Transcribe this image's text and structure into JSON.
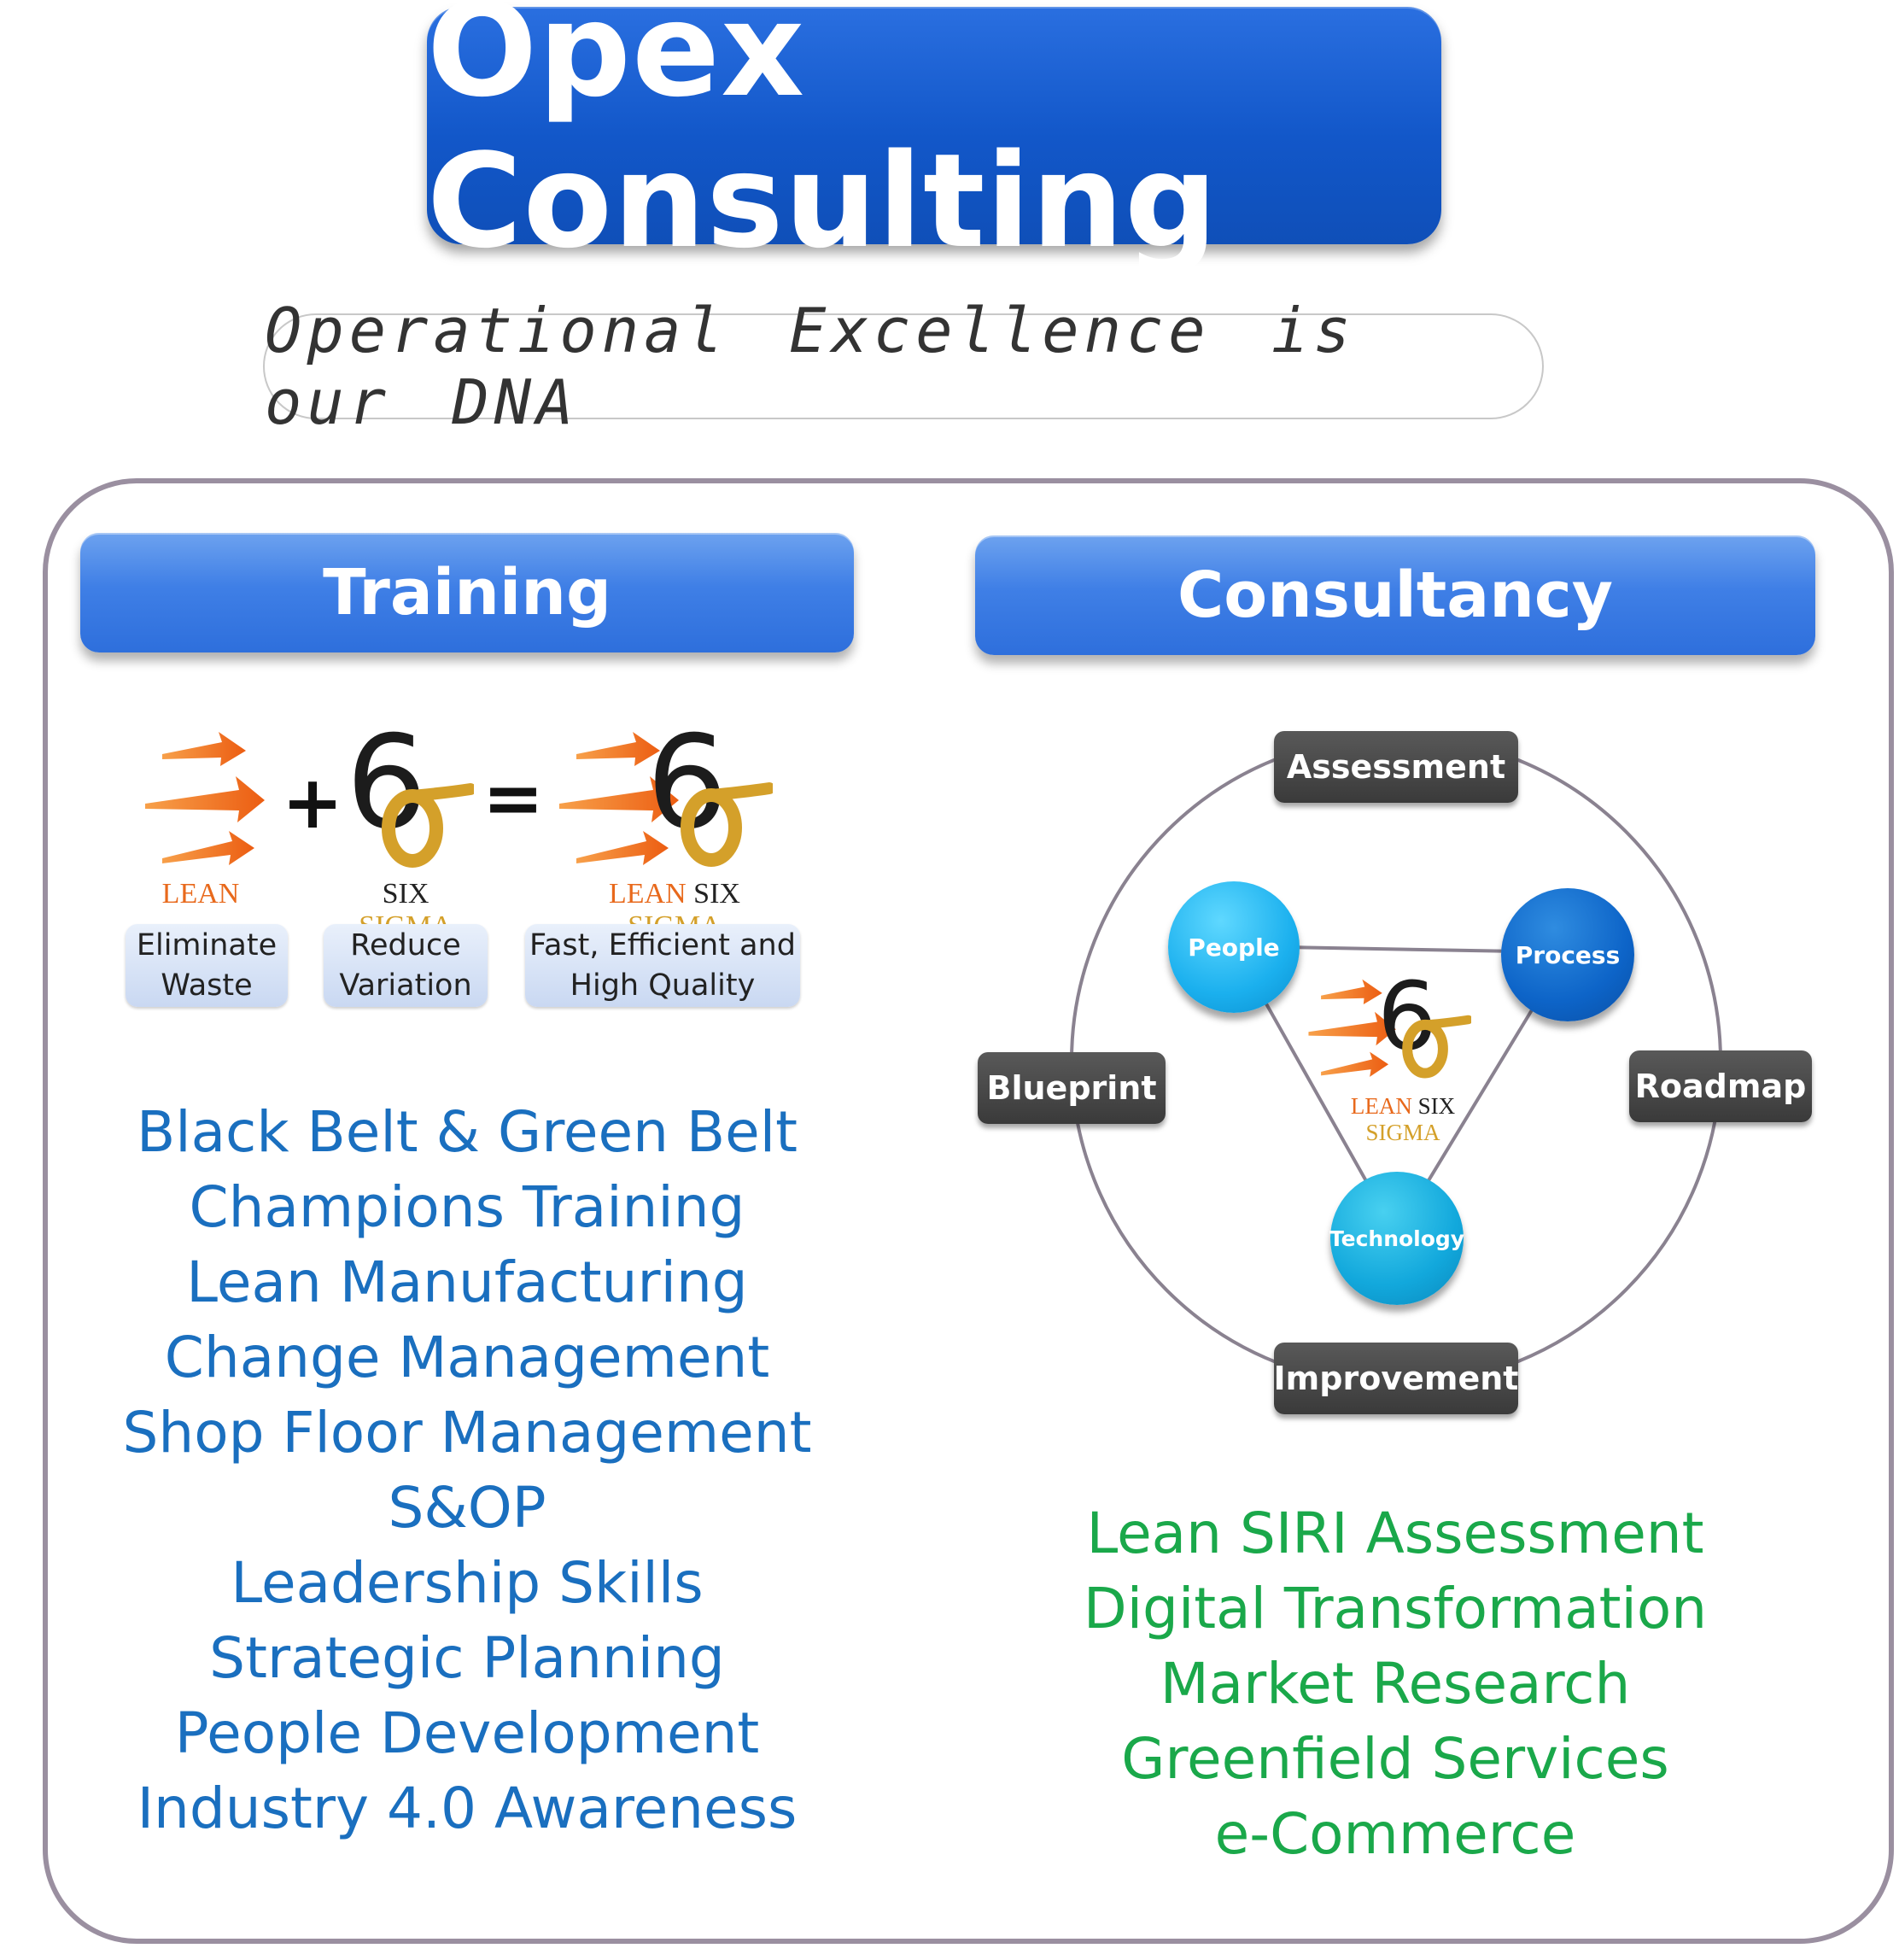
{
  "title": "Opex Consulting",
  "tagline": "Operational Excellence is our DNA",
  "training": {
    "header": "Training",
    "logos": {
      "lean_caption": "LEAN",
      "six_caption_six": "SIX",
      "six_caption_sigma": "SIGMA",
      "combo_lean": "LEAN",
      "combo_six": "SIX",
      "combo_sigma": "SIGMA",
      "six_digit": "6",
      "plus": "+",
      "equals": "="
    },
    "boxes": [
      "Eliminate Waste",
      "Reduce Variation",
      "Fast, Efficient and High Quality"
    ],
    "items": [
      "Black Belt & Green Belt",
      "Champions Training",
      "Lean Manufacturing",
      "Change Management",
      "Shop Floor Management",
      "S&OP",
      "Leadership Skills",
      "Strategic Planning",
      "People Development",
      "Industry 4.0 Awareness"
    ]
  },
  "consultancy": {
    "header": "Consultancy",
    "stages": {
      "top": "Assessment",
      "right": "Roadmap",
      "bottom": "Improvement",
      "left": "Blueprint"
    },
    "nodes": {
      "people": "People",
      "process": "Process",
      "technology": "Technology"
    },
    "center_logo": {
      "lean": "LEAN",
      "six": "SIX",
      "sigma": "SIGMA",
      "six_digit": "6"
    },
    "items": [
      "Lean SIRI Assessment",
      "Digital Transformation",
      "Market Research",
      "Greenfield Services",
      "e-Commerce"
    ]
  },
  "colors": {
    "title_blue": "#1257c9",
    "section_blue": "#3f7fe6",
    "training_text": "#1a6fbf",
    "consult_text": "#1aa84a",
    "lean_orange": "#e8691c",
    "sigma_gold": "#d4a02a",
    "stage_gray": "#3a3a3a",
    "frame": "#9a8fa0"
  }
}
